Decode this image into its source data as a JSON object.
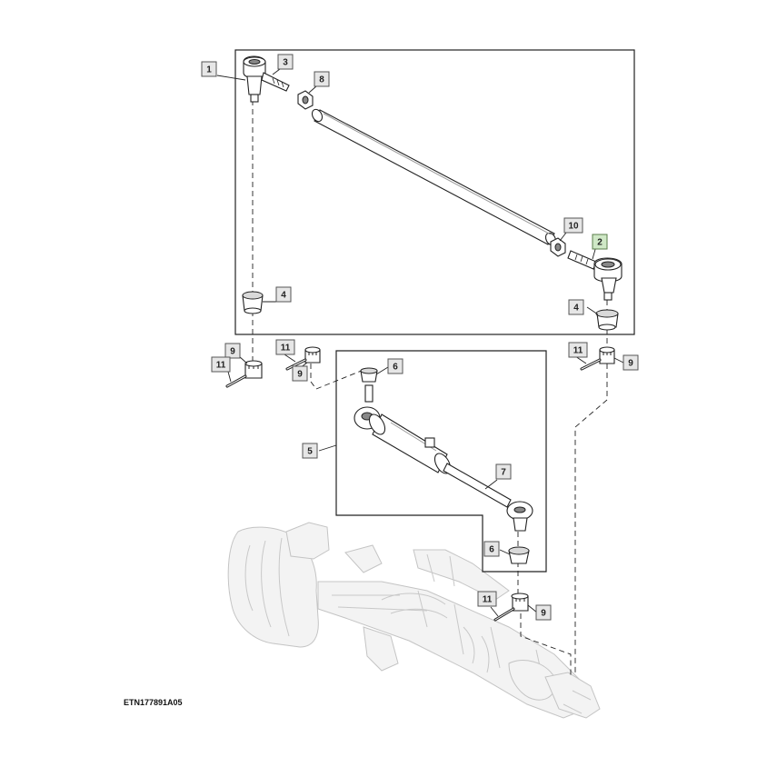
{
  "figure": {
    "id": "ETN177891A05",
    "highlight_color": "#cfe8c6"
  },
  "callouts": [
    {
      "label": "1",
      "highlighted": false
    },
    {
      "label": "3",
      "highlighted": false
    },
    {
      "label": "8",
      "highlighted": false
    },
    {
      "label": "10",
      "highlighted": false
    },
    {
      "label": "2",
      "highlighted": true
    },
    {
      "label": "4",
      "highlighted": false
    },
    {
      "label": "4",
      "highlighted": false
    },
    {
      "label": "9",
      "highlighted": false
    },
    {
      "label": "11",
      "highlighted": false
    },
    {
      "label": "11",
      "highlighted": false
    },
    {
      "label": "9",
      "highlighted": false
    },
    {
      "label": "6",
      "highlighted": false
    },
    {
      "label": "11",
      "highlighted": false
    },
    {
      "label": "9",
      "highlighted": false
    },
    {
      "label": "5",
      "highlighted": false
    },
    {
      "label": "7",
      "highlighted": false
    },
    {
      "label": "6",
      "highlighted": false
    },
    {
      "label": "11",
      "highlighted": false
    },
    {
      "label": "9",
      "highlighted": false
    }
  ]
}
